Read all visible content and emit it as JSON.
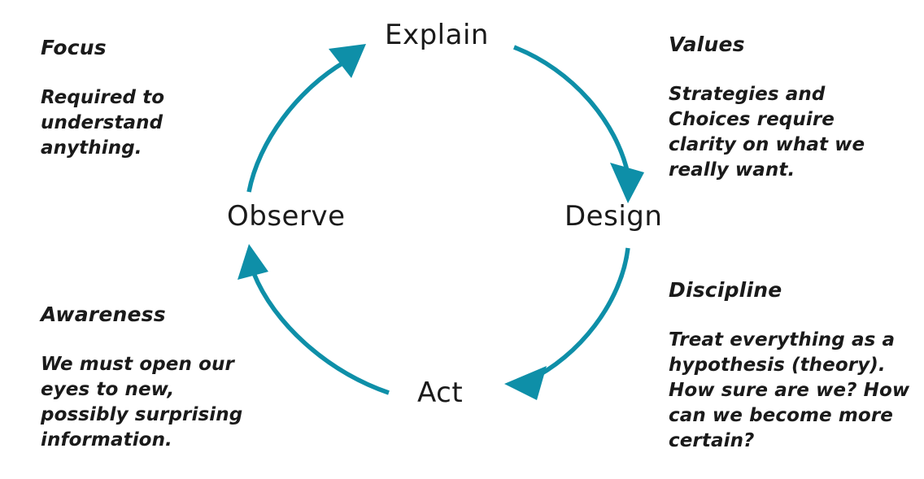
{
  "diagram": {
    "title": "Observe-Explain-Design-Act learning cycle",
    "accent_color": "#0e8fa8",
    "text_color": "#1a1a1a",
    "background_color": "#ffffff",
    "direction": "clockwise"
  },
  "nodes": [
    {
      "id": "explain",
      "label": "Explain"
    },
    {
      "id": "design",
      "label": "Design"
    },
    {
      "id": "act",
      "label": "Act"
    },
    {
      "id": "observe",
      "label": "Observe"
    }
  ],
  "arrows": [
    {
      "id": "explain-to-design",
      "from": "Explain",
      "to": "Design",
      "name": "arrow-explain-to-design"
    },
    {
      "id": "design-to-act",
      "from": "Design",
      "to": "Act",
      "name": "arrow-design-to-act"
    },
    {
      "id": "act-to-observe",
      "from": "Act",
      "to": "Observe",
      "name": "arrow-act-to-observe"
    },
    {
      "id": "observe-to-explain",
      "from": "Observe",
      "to": "Explain",
      "name": "arrow-observe-to-explain"
    }
  ],
  "notes": {
    "focus": {
      "title": "Focus",
      "body": "Required to\nunderstand\nanything."
    },
    "values": {
      "title": "Values",
      "body": "Strategies and\nChoices require\nclarity on what we\nreally want."
    },
    "discipline": {
      "title": "Discipline",
      "body": "Treat everything as a\nhypothesis (theory).\nHow sure are we? How\ncan we become more\ncertain?"
    },
    "awareness": {
      "title": "Awareness",
      "body": "We must open our\neyes to new,\npossibly surprising\ninformation."
    }
  }
}
